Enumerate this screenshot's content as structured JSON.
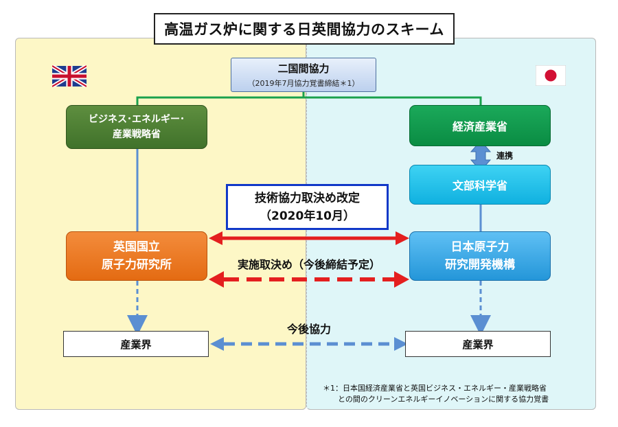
{
  "title": "高温ガス炉に関する日英間協力のスキーム",
  "bilateral": {
    "label": "二国間協力",
    "note": "（2019年7月協力覚書締結＊1）"
  },
  "uk": {
    "ministry_line1": "ビジネス･エネルギー･",
    "ministry_line2": "産業戦略省",
    "lab_line1": "英国国立",
    "lab_line2": "原子力研究所",
    "industry": "産業界"
  },
  "japan": {
    "meti": "経済産業省",
    "mext": "文部科学省",
    "cooperation": "連携",
    "lab_line1": "日本原子力",
    "lab_line2": "研究開発機構",
    "industry": "産業界"
  },
  "tech_agreement": {
    "line1": "技術協力取決め改定",
    "line2": "（2020年10月）"
  },
  "implementing_arrangement": "実施取決め（今後締結予定）",
  "future_cooperation": "今後協力",
  "footnote": {
    "line1": "＊1：日本国経済産業省と英国ビジネス・エネルギー・産業戦略省",
    "line2": "との間のクリーンエネルギーイノベーションに関する協力覚書"
  },
  "colors": {
    "uk_background": "#fdf7c6",
    "japan_background": "#dff6f8",
    "red_arrow": "#e41f1f",
    "blue_arrow": "#5b8fd2",
    "green_line": "#1aa14c"
  }
}
